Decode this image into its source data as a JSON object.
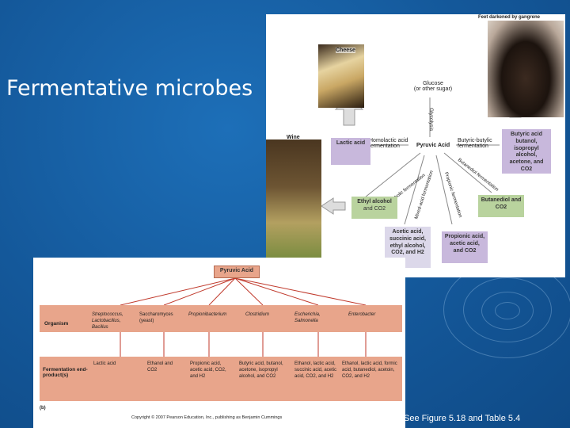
{
  "slide": {
    "title": "Fermentative microbes",
    "reference": "See Figure 5.18 and  Table 5.4"
  },
  "figure_a": {
    "label_cheese": "Cheese",
    "label_wine": "Wine",
    "label_gangrene": "Feet darkened by gangrene",
    "glucose": "Glucose",
    "glucose_sub": "(or other sugar)",
    "glycolysis": "Glycolysis",
    "pyruvic": "Pyruvic Acid",
    "homolactic": "Homolactic acid",
    "homolactic_sub": "fermentation",
    "butyric_ferm": "Butyric-butylic",
    "butyric_ferm_sub": "fermentation",
    "alcoholic": "Alcoholic fermentation",
    "mixed_acid": "Mixed-acid fermentation",
    "propionic": "Propionic fermentation",
    "butanediol": "Butanediol fermentation",
    "box_lactic": "Lactic acid",
    "box_butyric": "Butyric acid butanol, isopropyl alcohol, acetone, and CO2",
    "box_ethyl": "Ethyl alcohol",
    "box_ethyl_sub": "and CO2",
    "box_butanediol": "Butanediol and CO2",
    "box_mixed": "Acetic acid, succinic acid, ethyl alcohol, CO2, and H2",
    "box_propionic": "Propionic acid, acetic acid, and CO2"
  },
  "figure_b": {
    "pyruvic": "Pyruvic Acid",
    "panel_label": "(b)",
    "copyright": "Copyright © 2007 Pearson Education, Inc., publishing as Benjamin Cummings",
    "row_organism": "Organism",
    "row_products": "Fermentation end-product(s)",
    "organisms": [
      "Streptococcus, Lactobacillus, Bacillus",
      "Saccharomyces (yeast)",
      "Propionibacterium",
      "Clostridium",
      "Escherichia, Salmonella",
      "Enterobacter"
    ],
    "products": [
      "Lactic acid",
      "Ethanol and CO2",
      "Propionic acid, acetic acid, CO2, and H2",
      "Butyric acid, butanol, acetone, isopropyl alcohol, and CO2",
      "Ethanol, lactic acid, succinic acid, acetic acid, CO2, and H2",
      "Ethanol, lactic acid, formic acid, butanediol, acetoin, CO2, and H2"
    ]
  }
}
